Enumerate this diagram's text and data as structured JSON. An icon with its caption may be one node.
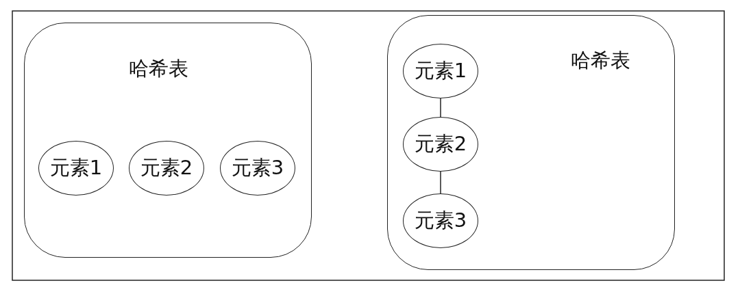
{
  "diagram": {
    "nodes": [
      {
        "text": [
          "哈希表"
        ]
      },
      {
        "text": [
          "元素1"
        ],
        "in": 0
      },
      {
        "text": [
          "元素2"
        ],
        "in": 0
      },
      {
        "text": [
          "元素3"
        ],
        "in": 0
      },
      {
        "text": [
          "哈希表"
        ]
      },
      {
        "text": [
          "元素1"
        ],
        "in": 4
      },
      {
        "text": [
          "元素2"
        ],
        "in": 4
      },
      {
        "text": [
          "元素3"
        ],
        "in": 4
      }
    ],
    "edges": [
      {
        "from": 5,
        "to": 6,
        "arrow": "none"
      },
      {
        "from": 6,
        "to": 7,
        "arrow": "none"
      }
    ]
  }
}
